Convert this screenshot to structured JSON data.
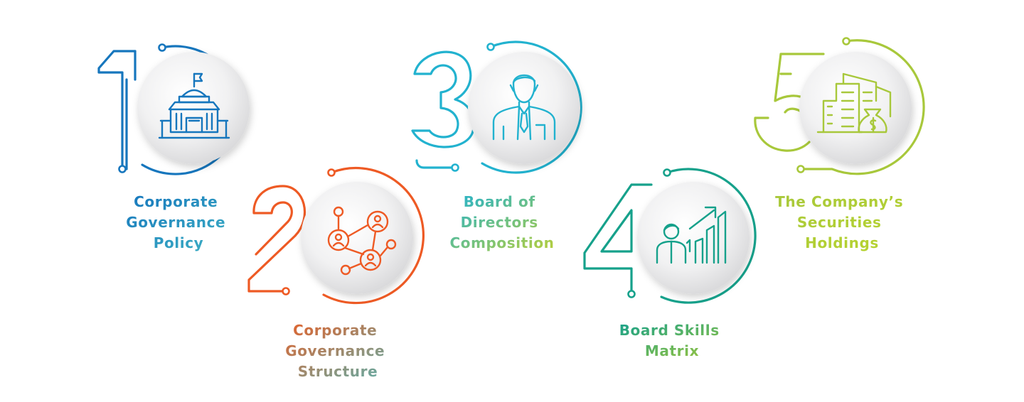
{
  "steps": [
    {
      "number": "1",
      "label_lines": [
        "Corporate",
        "Governance",
        "Policy"
      ],
      "color": "#1676bd",
      "text_gradient": [
        "#1676bd",
        "#3fb2c4"
      ],
      "icon": "government-building-icon"
    },
    {
      "number": "2",
      "label_lines": [
        "Corporate",
        "Governance",
        "Structure"
      ],
      "color": "#ee5a24",
      "text_gradient": [
        "#e4622b",
        "#5faea9"
      ],
      "icon": "network-people-icon"
    },
    {
      "number": "3",
      "label_lines": [
        "Board of",
        "Directors",
        "Composition"
      ],
      "color": "#22b2cf",
      "text_gradient": [
        "#22b2cf",
        "#b8cf3b"
      ],
      "icon": "businessman-icon"
    },
    {
      "number": "4",
      "label_lines": [
        "Board Skills",
        "Matrix"
      ],
      "color": "#16a18b",
      "text_gradient": [
        "#16a18b",
        "#a2c63a"
      ],
      "icon": "growth-chart-person-icon"
    },
    {
      "number": "5",
      "label_lines": [
        "The Company’s",
        "Securities",
        "Holdings"
      ],
      "color": "#a8c83b",
      "text_gradient": [
        "#a8c83b",
        "#b8d430"
      ],
      "icon": "buildings-money-bag-icon"
    }
  ]
}
